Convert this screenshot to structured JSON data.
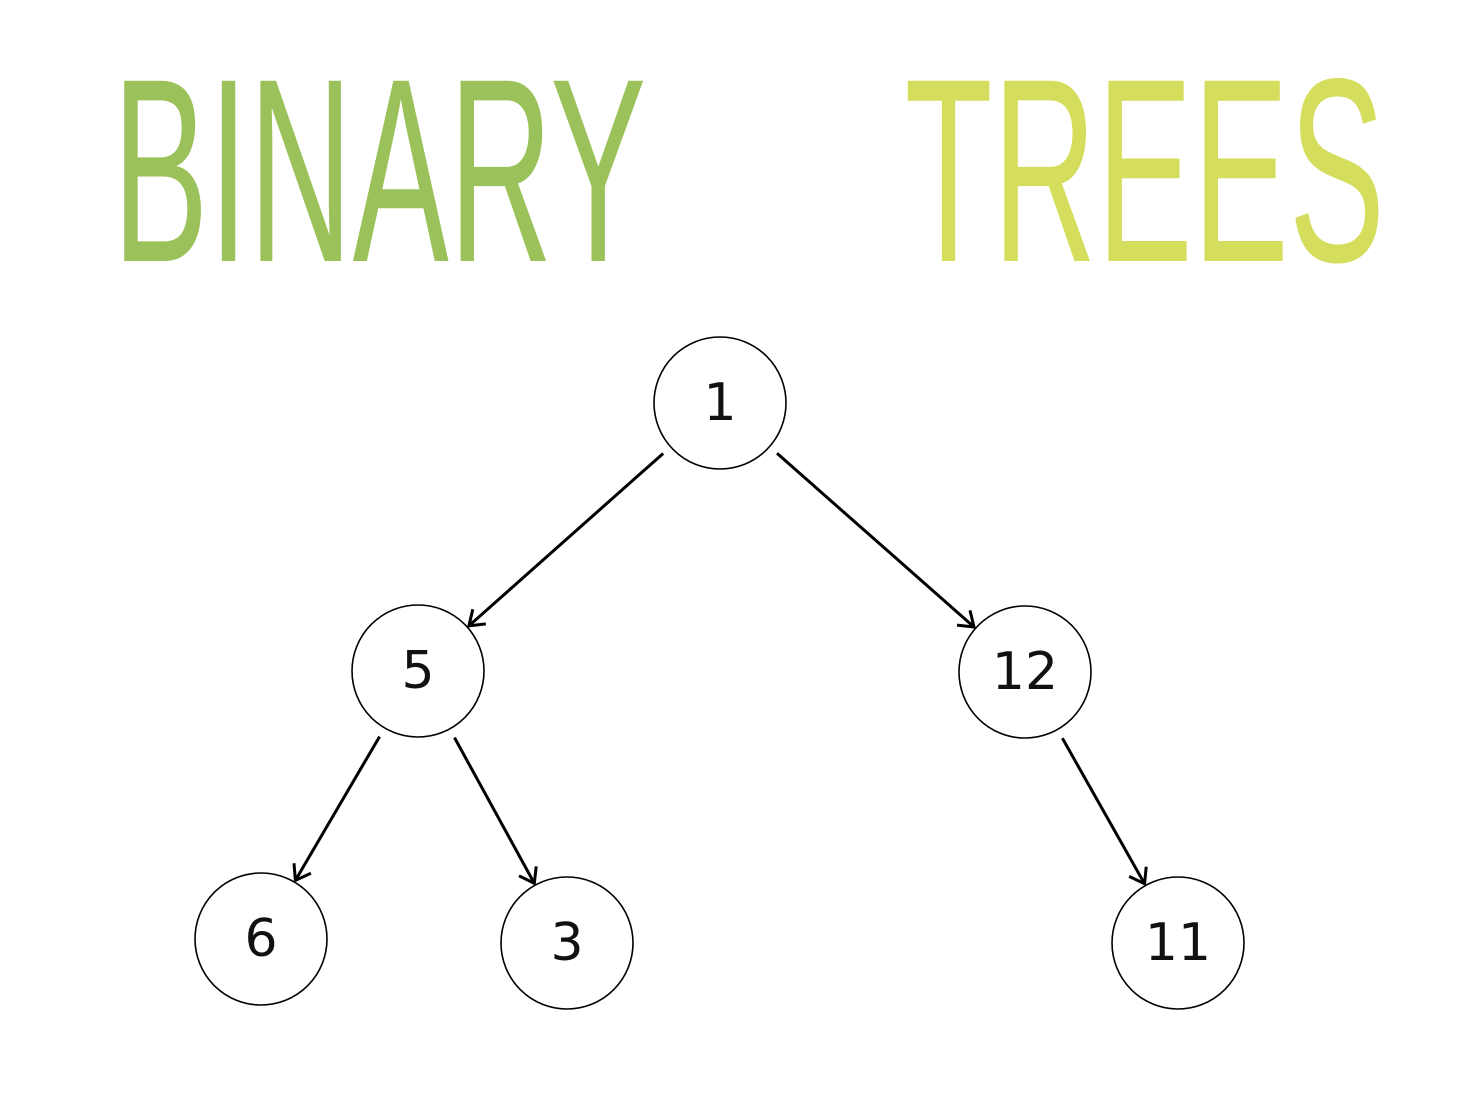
{
  "title": {
    "word1": "BINARY",
    "word2": "TREES",
    "word1_color": "#9bc25a",
    "word2_color": "#d4dd5c"
  },
  "tree": {
    "nodes": [
      {
        "id": "n1",
        "label": "1"
      },
      {
        "id": "n5",
        "label": "5"
      },
      {
        "id": "n12",
        "label": "12"
      },
      {
        "id": "n6",
        "label": "6"
      },
      {
        "id": "n3",
        "label": "3"
      },
      {
        "id": "n11",
        "label": "11"
      }
    ],
    "edges": [
      {
        "from": "n1",
        "to": "n5"
      },
      {
        "from": "n1",
        "to": "n12"
      },
      {
        "from": "n5",
        "to": "n6"
      },
      {
        "from": "n5",
        "to": "n3"
      },
      {
        "from": "n12",
        "to": "n11"
      }
    ]
  }
}
